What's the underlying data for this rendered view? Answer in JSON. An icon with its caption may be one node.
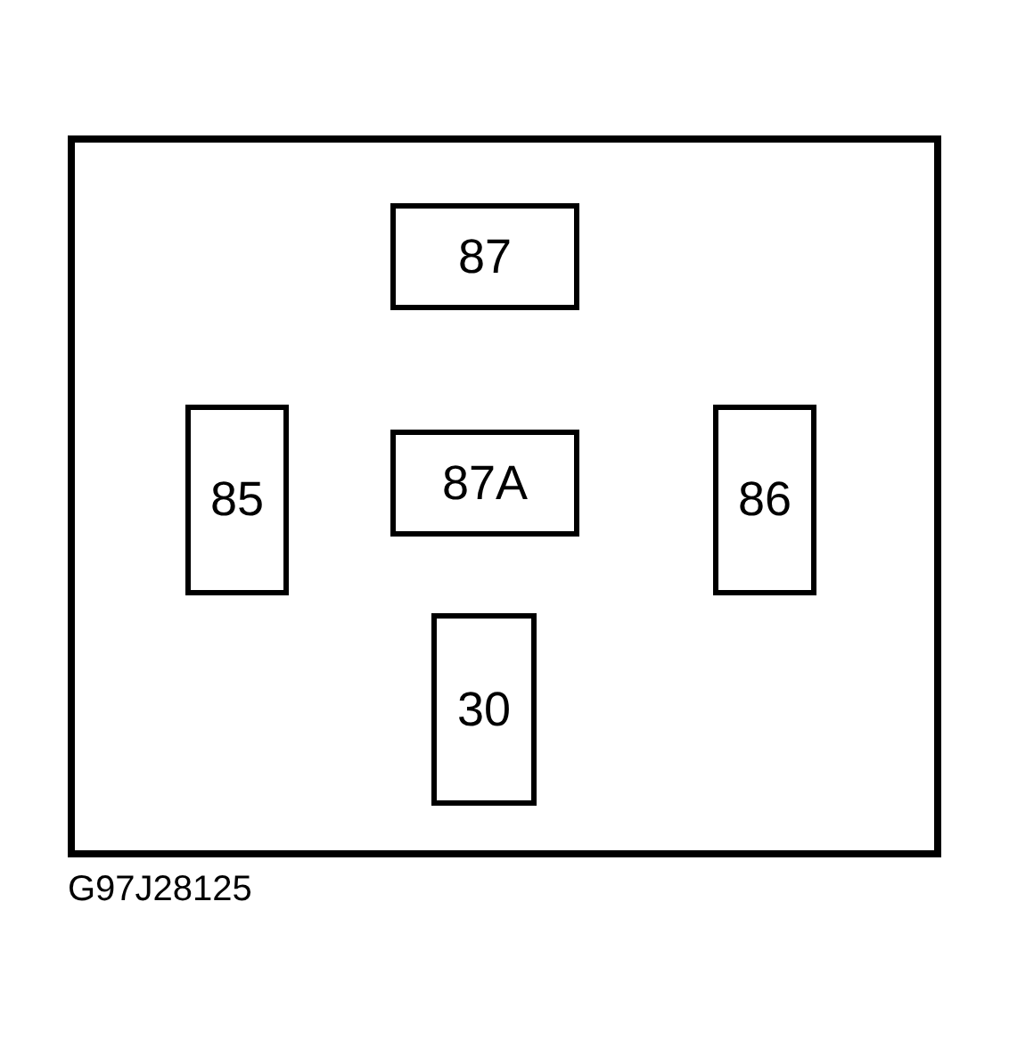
{
  "diagram": {
    "nodes": [
      {
        "text": [],
        "shape": "box"
      },
      {
        "text": [
          "87"
        ],
        "in": 0
      },
      {
        "text": [
          "85"
        ],
        "in": 0
      },
      {
        "text": [
          "87A"
        ],
        "in": 0
      },
      {
        "text": [
          "86"
        ],
        "in": 0
      },
      {
        "text": [
          "30"
        ],
        "in": 0
      }
    ],
    "labels": [
      "G97J28125"
    ]
  }
}
